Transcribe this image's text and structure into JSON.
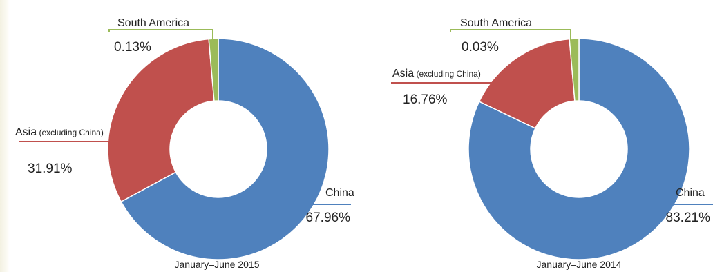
{
  "colors": {
    "china": "#4f81bd",
    "asia": "#c0504d",
    "south_america": "#9bbb59"
  },
  "chart_data": [
    {
      "type": "pie",
      "title": "January–June 2015",
      "slices": [
        {
          "category": "China",
          "value": 67.96,
          "label": "67.96%"
        },
        {
          "category": "Asia",
          "qualifier": "(excluding China)",
          "value": 31.91,
          "label": "31.91%"
        },
        {
          "category": "South America",
          "value": 0.13,
          "label": "0.13%"
        }
      ]
    },
    {
      "type": "pie",
      "title": "January–June 2014",
      "slices": [
        {
          "category": "China",
          "value": 83.21,
          "label": "83.21%"
        },
        {
          "category": "Asia",
          "qualifier": "(excluding China)",
          "value": 16.76,
          "label": "16.76%"
        },
        {
          "category": "South America",
          "value": 0.03,
          "label": "0.03%"
        }
      ]
    }
  ]
}
